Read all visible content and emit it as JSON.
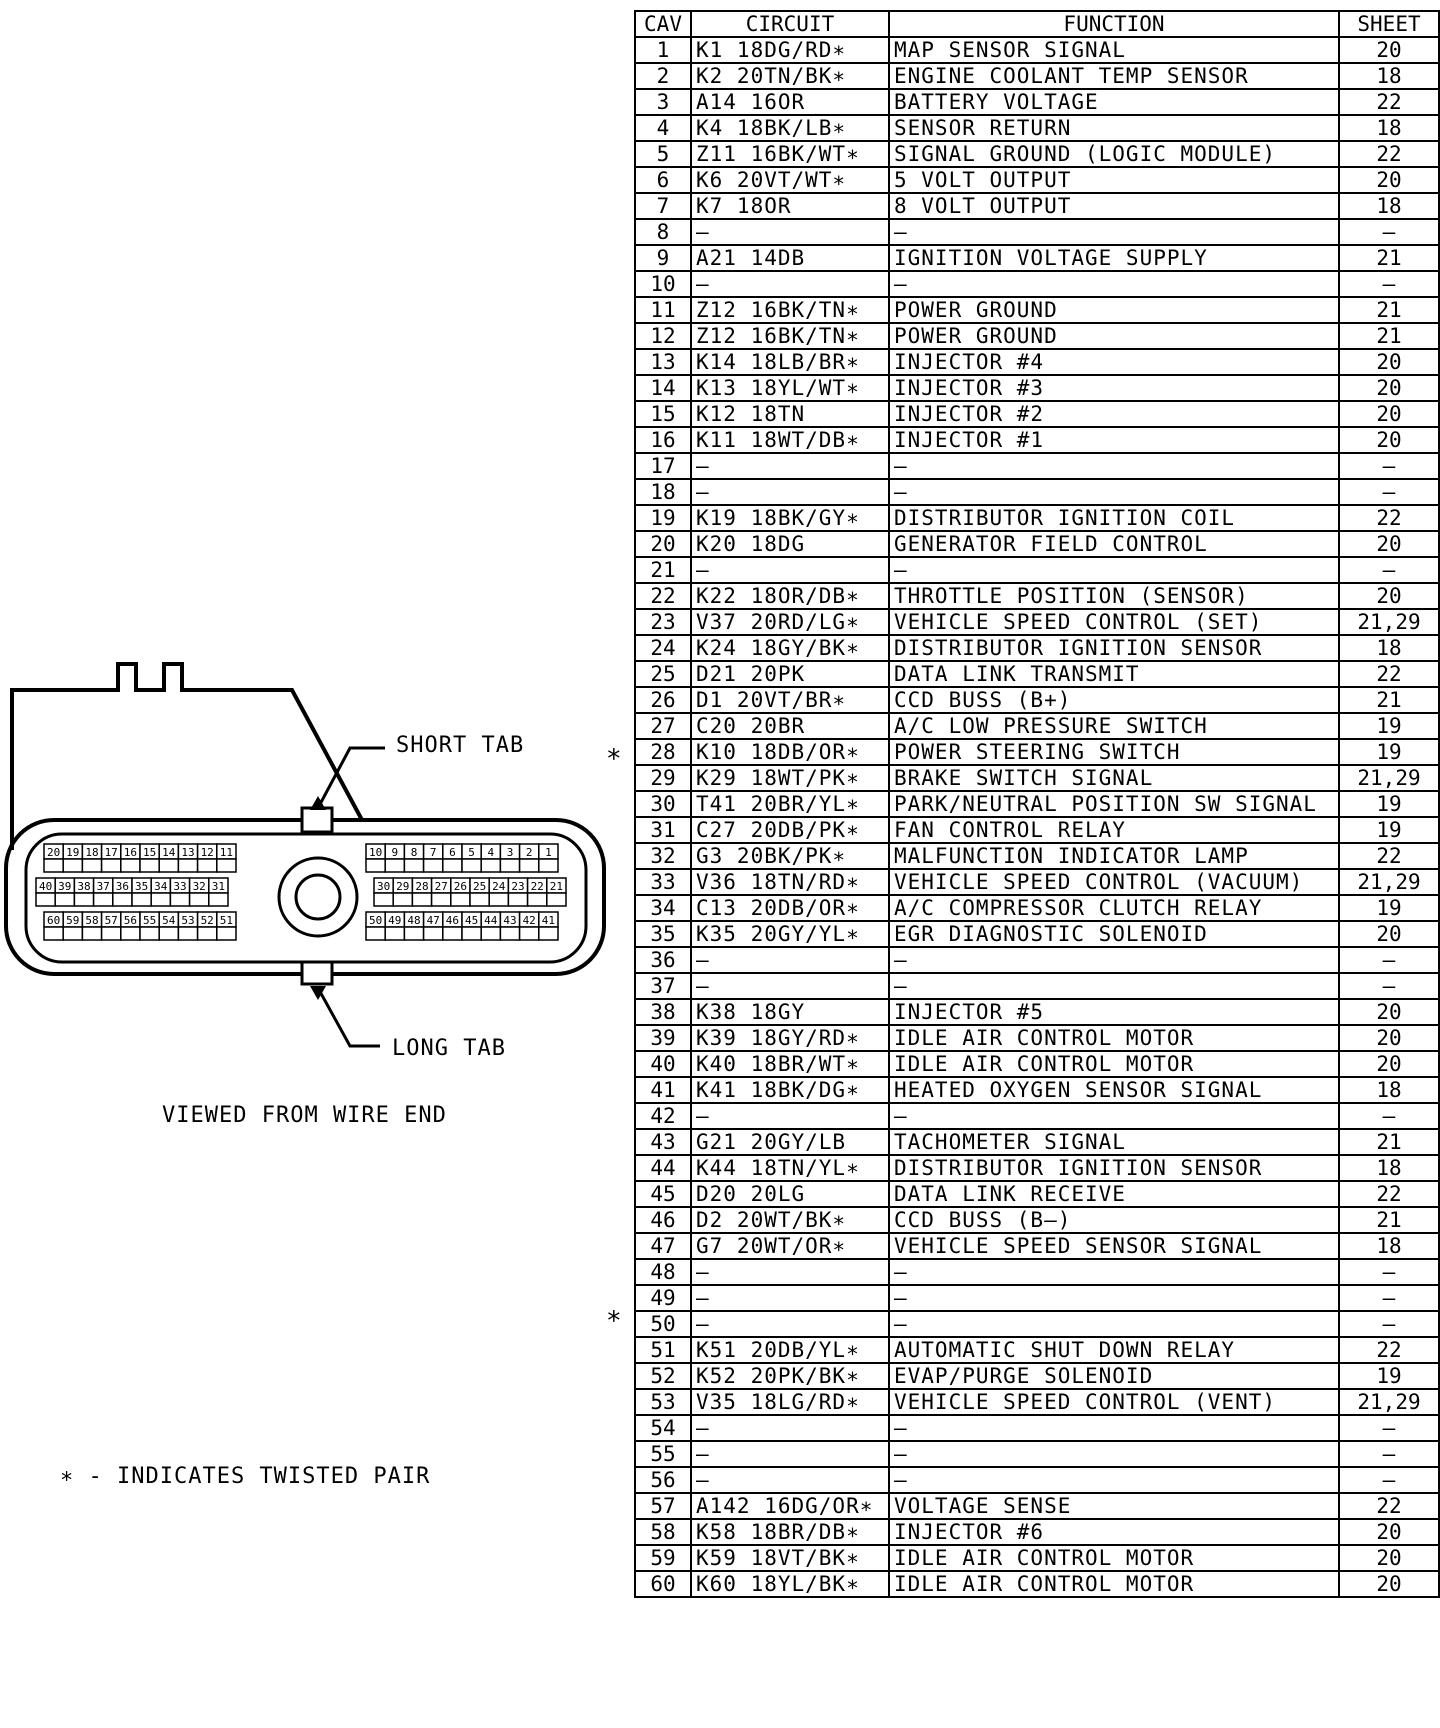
{
  "diagram": {
    "short_tab": "SHORT TAB",
    "long_tab": "LONG TAB",
    "view_note": "VIEWED FROM WIRE END",
    "legend": "∗ - INDICATES TWISTED PAIR",
    "twisted_marker": "∗",
    "pin_rows": [
      [
        "20",
        "19",
        "18",
        "17",
        "16",
        "15",
        "14",
        "13",
        "12",
        "11"
      ],
      [
        "40",
        "39",
        "38",
        "37",
        "36",
        "35",
        "34",
        "33",
        "32",
        "31"
      ],
      [
        "60",
        "59",
        "58",
        "57",
        "56",
        "55",
        "54",
        "53",
        "52",
        "51"
      ],
      [
        "10",
        "9",
        "8",
        "7",
        "6",
        "5",
        "4",
        "3",
        "2",
        "1"
      ],
      [
        "30",
        "29",
        "28",
        "27",
        "26",
        "25",
        "24",
        "23",
        "22",
        "21"
      ],
      [
        "50",
        "49",
        "48",
        "47",
        "46",
        "45",
        "44",
        "43",
        "42",
        "41"
      ]
    ]
  },
  "table": {
    "headers": [
      "CAV",
      "CIRCUIT",
      "FUNCTION",
      "SHEET"
    ],
    "rows": [
      [
        "1",
        "K1 18DG/RD∗",
        "MAP SENSOR SIGNAL",
        "20"
      ],
      [
        "2",
        "K2 20TN/BK∗",
        "ENGINE COOLANT TEMP SENSOR",
        "18"
      ],
      [
        "3",
        "A14 16OR",
        "BATTERY VOLTAGE",
        "22"
      ],
      [
        "4",
        "K4 18BK/LB∗",
        "SENSOR RETURN",
        "18"
      ],
      [
        "5",
        "Z11 16BK/WT∗",
        "SIGNAL GROUND (LOGIC MODULE)",
        "22"
      ],
      [
        "6",
        "K6 20VT/WT∗",
        "5 VOLT OUTPUT",
        "20"
      ],
      [
        "7",
        "K7 18OR",
        "8 VOLT OUTPUT",
        "18"
      ],
      [
        "8",
        "—",
        "—",
        "—"
      ],
      [
        "9",
        "A21 14DB",
        "IGNITION VOLTAGE SUPPLY",
        "21"
      ],
      [
        "10",
        "—",
        "—",
        "—"
      ],
      [
        "11",
        "Z12 16BK/TN∗",
        "POWER GROUND",
        "21"
      ],
      [
        "12",
        "Z12 16BK/TN∗",
        "POWER GROUND",
        "21"
      ],
      [
        "13",
        "K14 18LB/BR∗",
        "INJECTOR #4",
        "20"
      ],
      [
        "14",
        "K13 18YL/WT∗",
        "INJECTOR #3",
        "20"
      ],
      [
        "15",
        "K12 18TN",
        "INJECTOR #2",
        "20"
      ],
      [
        "16",
        "K11 18WT/DB∗",
        "INJECTOR #1",
        "20"
      ],
      [
        "17",
        "—",
        "—",
        "—"
      ],
      [
        "18",
        "—",
        "—",
        "—"
      ],
      [
        "19",
        "K19 18BK/GY∗",
        "DISTRIBUTOR IGNITION COIL",
        "22"
      ],
      [
        "20",
        "K20 18DG",
        "GENERATOR FIELD CONTROL",
        "20"
      ],
      [
        "21",
        "—",
        "—",
        "—"
      ],
      [
        "22",
        "K22 18OR/DB∗",
        "THROTTLE POSITION (SENSOR)",
        "20"
      ],
      [
        "23",
        "V37 20RD/LG∗",
        "VEHICLE SPEED CONTROL (SET)",
        "21,29"
      ],
      [
        "24",
        "K24 18GY/BK∗",
        "DISTRIBUTOR IGNITION SENSOR",
        "18"
      ],
      [
        "25",
        "D21 20PK",
        "DATA LINK TRANSMIT",
        "22"
      ],
      [
        "26",
        "D1 20VT/BR∗",
        "CCD BUSS (B+)",
        "21"
      ],
      [
        "27",
        "C20 20BR",
        "A/C LOW PRESSURE SWITCH",
        "19"
      ],
      [
        "28",
        "K10 18DB/OR∗",
        "POWER STEERING SWITCH",
        "19"
      ],
      [
        "29",
        "K29 18WT/PK∗",
        "BRAKE SWITCH SIGNAL",
        "21,29"
      ],
      [
        "30",
        "T41 20BR/YL∗",
        "PARK/NEUTRAL POSITION SW SIGNAL",
        "19"
      ],
      [
        "31",
        "C27 20DB/PK∗",
        "FAN CONTROL RELAY",
        "19"
      ],
      [
        "32",
        "G3 20BK/PK∗",
        "MALFUNCTION INDICATOR LAMP",
        "22"
      ],
      [
        "33",
        "V36 18TN/RD∗",
        "VEHICLE SPEED CONTROL (VACUUM)",
        "21,29"
      ],
      [
        "34",
        "C13 20DB/OR∗",
        "A/C COMPRESSOR CLUTCH RELAY",
        "19"
      ],
      [
        "35",
        "K35 20GY/YL∗",
        "EGR DIAGNOSTIC SOLENOID",
        "20"
      ],
      [
        "36",
        "—",
        "—",
        "—"
      ],
      [
        "37",
        "—",
        "—",
        "—"
      ],
      [
        "38",
        "K38 18GY",
        "INJECTOR #5",
        "20"
      ],
      [
        "39",
        "K39 18GY/RD∗",
        "IDLE AIR CONTROL MOTOR",
        "20"
      ],
      [
        "40",
        "K40 18BR/WT∗",
        "IDLE AIR CONTROL MOTOR",
        "20"
      ],
      [
        "41",
        "K41 18BK/DG∗",
        "HEATED OXYGEN SENSOR SIGNAL",
        "18"
      ],
      [
        "42",
        "—",
        "—",
        "—"
      ],
      [
        "43",
        "G21 20GY/LB",
        "TACHOMETER SIGNAL",
        "21"
      ],
      [
        "44",
        "K44 18TN/YL∗",
        "DISTRIBUTOR IGNITION SENSOR",
        "18"
      ],
      [
        "45",
        "D20 20LG",
        "DATA LINK RECEIVE",
        "22"
      ],
      [
        "46",
        "D2 20WT/BK∗",
        "CCD BUSS (B—)",
        "21"
      ],
      [
        "47",
        "G7 20WT/OR∗",
        "VEHICLE SPEED SENSOR SIGNAL",
        "18"
      ],
      [
        "48",
        "—",
        "—",
        "—"
      ],
      [
        "49",
        "—",
        "—",
        "—"
      ],
      [
        "50",
        "—",
        "—",
        "—"
      ],
      [
        "51",
        "K51 20DB/YL∗",
        "AUTOMATIC SHUT DOWN RELAY",
        "22"
      ],
      [
        "52",
        "K52 20PK/BK∗",
        "EVAP/PURGE SOLENOID",
        "19"
      ],
      [
        "53",
        "V35 18LG/RD∗",
        "VEHICLE SPEED CONTROL (VENT)",
        "21,29"
      ],
      [
        "54",
        "—",
        "—",
        "—"
      ],
      [
        "55",
        "—",
        "—",
        "—"
      ],
      [
        "56",
        "—",
        "—",
        "—"
      ],
      [
        "57",
        "A142 16DG/OR∗",
        "VOLTAGE SENSE",
        "22"
      ],
      [
        "58",
        "K58 18BR/DB∗",
        "INJECTOR #6",
        "20"
      ],
      [
        "59",
        "K59 18VT/BK∗",
        "IDLE AIR CONTROL MOTOR",
        "20"
      ],
      [
        "60",
        "K60 18YL/BK∗",
        "IDLE AIR CONTROL MOTOR",
        "20"
      ]
    ]
  }
}
